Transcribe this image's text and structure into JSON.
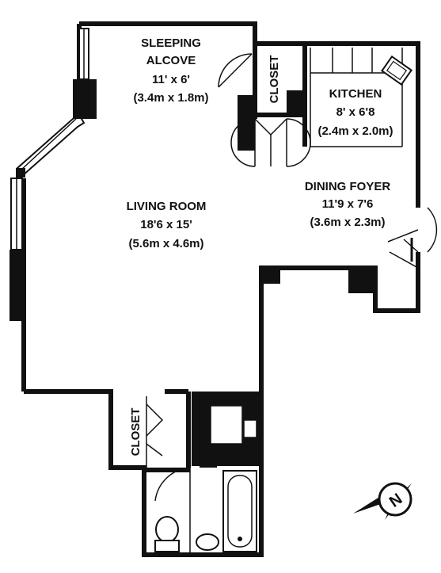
{
  "rooms": {
    "sleeping_alcove": {
      "name_line1": "SLEEPING",
      "name_line2": "ALCOVE",
      "dims": "11' x 6'",
      "metric": "(3.4m x 1.8m)"
    },
    "kitchen": {
      "name": "KITCHEN",
      "dims": "8' x 6'8",
      "metric": "(2.4m x 2.0m)"
    },
    "living_room": {
      "name": "LIVING ROOM",
      "dims": "18'6 x 15'",
      "metric": "(5.6m x 4.6m)"
    },
    "dining_foyer": {
      "name": "DINING FOYER",
      "dims": "11'9 x 7'6",
      "metric": "(3.6m x 2.3m)"
    }
  },
  "closets": {
    "upper": "CLOSET",
    "lower": "CLOSET"
  },
  "compass": {
    "letter": "N"
  },
  "colors": {
    "wall": "#111111",
    "background": "#ffffff"
  }
}
